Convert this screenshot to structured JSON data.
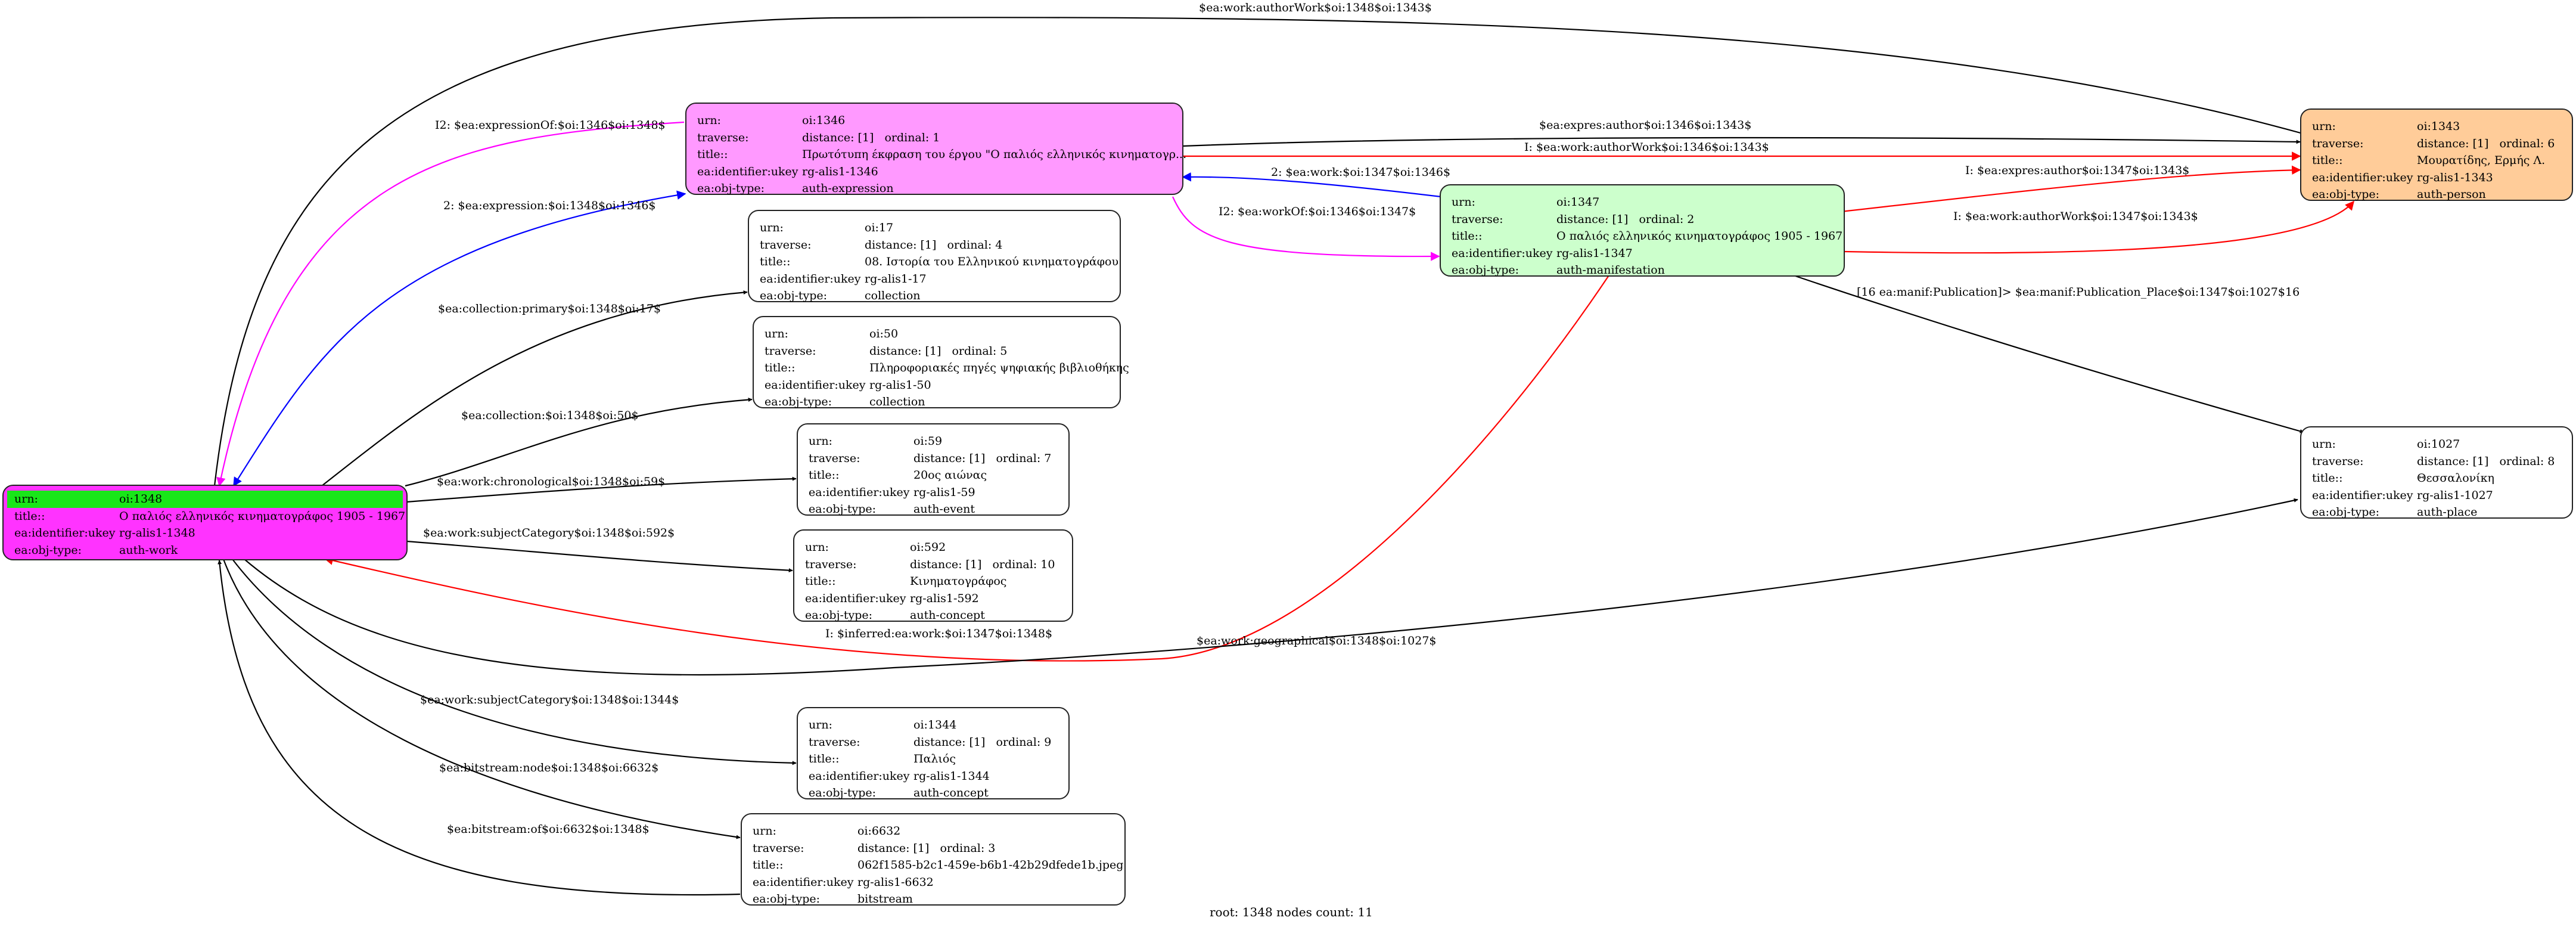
{
  "nodes": {
    "n1348": {
      "fill": "#ff33ff",
      "urn_label": "urn:",
      "urn": "oi:1348",
      "title_label": "title::",
      "title": "Ο παλιός ελληνικός κινηματογράφος 1905 - 1967",
      "ukey_label": "ea:identifier:ukey",
      "ukey": "rg-alis1-1348",
      "type_label": "ea:obj-type:",
      "type": "auth-work"
    },
    "n1346": {
      "fill": "#ff99ff",
      "urn_label": "urn:",
      "urn": "oi:1346",
      "trav_label": "traverse:",
      "distance": "distance: [1]",
      "ordinal": "ordinal: 1",
      "title_label": "title::",
      "title": "Πρωτότυπη έκφραση του έργου \"Ο παλιός ελληνικός κινηματογρ...",
      "ukey_label": "ea:identifier:ukey",
      "ukey": "rg-alis1-1346",
      "type_label": "ea:obj-type:",
      "type": "auth-expression"
    },
    "n17": {
      "fill": "#ffffff",
      "urn_label": "urn:",
      "urn": "oi:17",
      "trav_label": "traverse:",
      "distance": "distance: [1]",
      "ordinal": "ordinal: 4",
      "title_label": "title::",
      "title": "08. Ιστορία του Ελληνικού κινηματογράφου",
      "ukey_label": "ea:identifier:ukey",
      "ukey": "rg-alis1-17",
      "type_label": "ea:obj-type:",
      "type": "collection"
    },
    "n50": {
      "fill": "#ffffff",
      "urn_label": "urn:",
      "urn": "oi:50",
      "trav_label": "traverse:",
      "distance": "distance: [1]",
      "ordinal": "ordinal: 5",
      "title_label": "title::",
      "title": "Πληροφοριακές πηγές ψηφιακής βιβλιοθήκης",
      "ukey_label": "ea:identifier:ukey",
      "ukey": "rg-alis1-50",
      "type_label": "ea:obj-type:",
      "type": "collection"
    },
    "n59": {
      "fill": "#ffffff",
      "urn_label": "urn:",
      "urn": "oi:59",
      "trav_label": "traverse:",
      "distance": "distance: [1]",
      "ordinal": "ordinal: 7",
      "title_label": "title::",
      "title": "20ος αιώνας",
      "ukey_label": "ea:identifier:ukey",
      "ukey": "rg-alis1-59",
      "type_label": "ea:obj-type:",
      "type": "auth-event"
    },
    "n592": {
      "fill": "#ffffff",
      "urn_label": "urn:",
      "urn": "oi:592",
      "trav_label": "traverse:",
      "distance": "distance: [1]",
      "ordinal": "ordinal: 10",
      "title_label": "title::",
      "title": "Κινηματογράφος",
      "ukey_label": "ea:identifier:ukey",
      "ukey": "rg-alis1-592",
      "type_label": "ea:obj-type:",
      "type": "auth-concept"
    },
    "n1344": {
      "fill": "#ffffff",
      "urn_label": "urn:",
      "urn": "oi:1344",
      "trav_label": "traverse:",
      "distance": "distance: [1]",
      "ordinal": "ordinal: 9",
      "title_label": "title::",
      "title": "Παλιός",
      "ukey_label": "ea:identifier:ukey",
      "ukey": "rg-alis1-1344",
      "type_label": "ea:obj-type:",
      "type": "auth-concept"
    },
    "n6632": {
      "fill": "#ffffff",
      "urn_label": "urn:",
      "urn": "oi:6632",
      "trav_label": "traverse:",
      "distance": "distance: [1]",
      "ordinal": "ordinal: 3",
      "title_label": "title::",
      "title": "062f1585-b2c1-459e-b6b1-42b29dfede1b.jpeg",
      "ukey_label": "ea:identifier:ukey",
      "ukey": "rg-alis1-6632",
      "type_label": "ea:obj-type:",
      "type": "bitstream"
    },
    "n1347": {
      "fill": "#ccffcc",
      "urn_label": "urn:",
      "urn": "oi:1347",
      "trav_label": "traverse:",
      "distance": "distance: [1]",
      "ordinal": "ordinal: 2",
      "title_label": "title::",
      "title": "Ο παλιός ελληνικός κινηματογράφος 1905 - 1967",
      "ukey_label": "ea:identifier:ukey",
      "ukey": "rg-alis1-1347",
      "type_label": "ea:obj-type:",
      "type": "auth-manifestation"
    },
    "n1343": {
      "fill": "#ffcc99",
      "urn_label": "urn:",
      "urn": "oi:1343",
      "trav_label": "traverse:",
      "distance": "distance: [1]",
      "ordinal": "ordinal: 6",
      "title_label": "title::",
      "title": "Μουρατίδης, Ερμής Λ.",
      "ukey_label": "ea:identifier:ukey",
      "ukey": "rg-alis1-1343",
      "type_label": "ea:obj-type:",
      "type": "auth-person"
    },
    "n1027": {
      "fill": "#ffffff",
      "urn_label": "urn:",
      "urn": "oi:1027",
      "trav_label": "traverse:",
      "distance": "distance: [1]",
      "ordinal": "ordinal: 8",
      "title_label": "title::",
      "title": "Θεσσαλονίκη",
      "ukey_label": "ea:identifier:ukey",
      "ukey": "rg-alis1-1027",
      "type_label": "ea:obj-type:",
      "type": "auth-place"
    }
  },
  "edges": {
    "e1": "$ea:work:authorWork$oi:1348$oi:1343$",
    "e2": "I2: $ea:expressionOf:$oi:1346$oi:1348$",
    "e3": "2: $ea:expression:$oi:1348$oi:1346$",
    "e4": "$ea:collection:primary$oi:1348$oi:17$",
    "e5": "$ea:collection:$oi:1348$oi:50$",
    "e6": "$ea:work:chronological$oi:1348$oi:59$",
    "e7": "$ea:work:subjectCategory$oi:1348$oi:592$",
    "e8": "I: $inferred:ea:work:$oi:1347$oi:1348$",
    "e9": "$ea:work:geographical$oi:1348$oi:1027$",
    "e10": "$ea:work:subjectCategory$oi:1348$oi:1344$",
    "e11": "$ea:bitstream:node$oi:1348$oi:6632$",
    "e12": "$ea:bitstream:of$oi:6632$oi:1348$",
    "e13": "$ea:expres:author$oi:1346$oi:1343$",
    "e14": "I: $ea:work:authorWork$oi:1346$oi:1343$",
    "e15": "2: $ea:work:$oi:1347$oi:1346$",
    "e16": "I2: $ea:workOf:$oi:1346$oi:1347$",
    "e17": "I: $ea:expres:author$oi:1347$oi:1343$",
    "e18": "I: $ea:work:authorWork$oi:1347$oi:1343$",
    "e19": "[16 ea:manif:Publication]> $ea:manif:Publication_Place$oi:1347$oi:1027$16"
  },
  "colors": {
    "black": "#000000",
    "red": "#ff0000",
    "blue": "#0000ff",
    "magenta": "#ff00ff"
  },
  "footer": "root: 1348 nodes count: 11"
}
